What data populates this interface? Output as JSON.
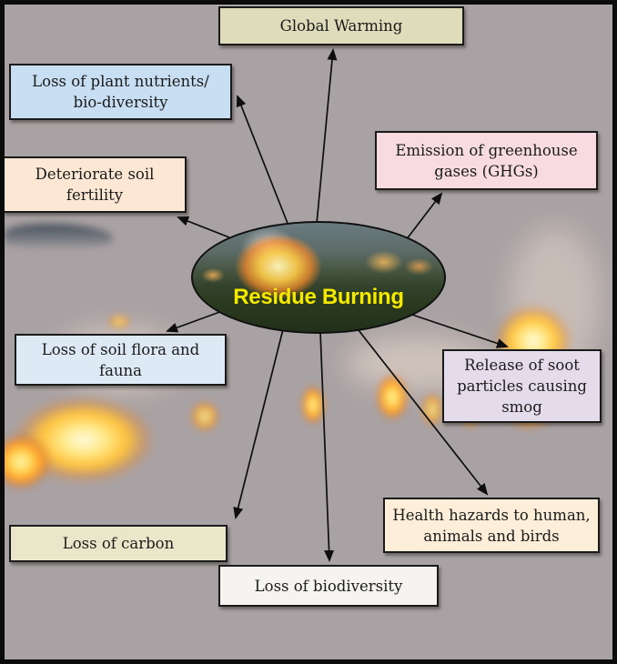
{
  "diagram": {
    "center": {
      "label": "Residue Burning"
    },
    "boxes": [
      {
        "id": "global-warming",
        "lines": [
          "Global Warming"
        ],
        "bg": "#dedcba"
      },
      {
        "id": "plant-nutrients",
        "lines": [
          "Loss of plant nutrients/",
          "bio-diversity"
        ],
        "bg": "#c8def2"
      },
      {
        "id": "soil-fertility",
        "lines": [
          "Deteriorate soil",
          "fertility"
        ],
        "bg": "#fbe7d3"
      },
      {
        "id": "ghg-emission",
        "lines": [
          "Emission of greenhouse",
          "gases (GHGs)"
        ],
        "bg": "#f7dbe0"
      },
      {
        "id": "soil-flora",
        "lines": [
          "Loss of soil flora and",
          "fauna"
        ],
        "bg": "#dde9f5"
      },
      {
        "id": "soot-smog",
        "lines": [
          "Release of soot",
          "particles causing",
          "smog"
        ],
        "bg": "#e5dceb"
      },
      {
        "id": "carbon-loss",
        "lines": [
          "Loss of carbon"
        ],
        "bg": "#e9e6c9"
      },
      {
        "id": "health-hazards",
        "lines": [
          "Health hazards to human,",
          "animals and birds"
        ],
        "bg": "#fdeed9"
      },
      {
        "id": "biodiversity-loss",
        "lines": [
          "Loss of biodiversity"
        ],
        "bg": "#f6f4f1"
      }
    ],
    "colors": {
      "center_label": "#f4e900",
      "arrow": "#0e0e0e",
      "box_border": "#1a1a1a",
      "frame": "#0b0b0b"
    }
  }
}
